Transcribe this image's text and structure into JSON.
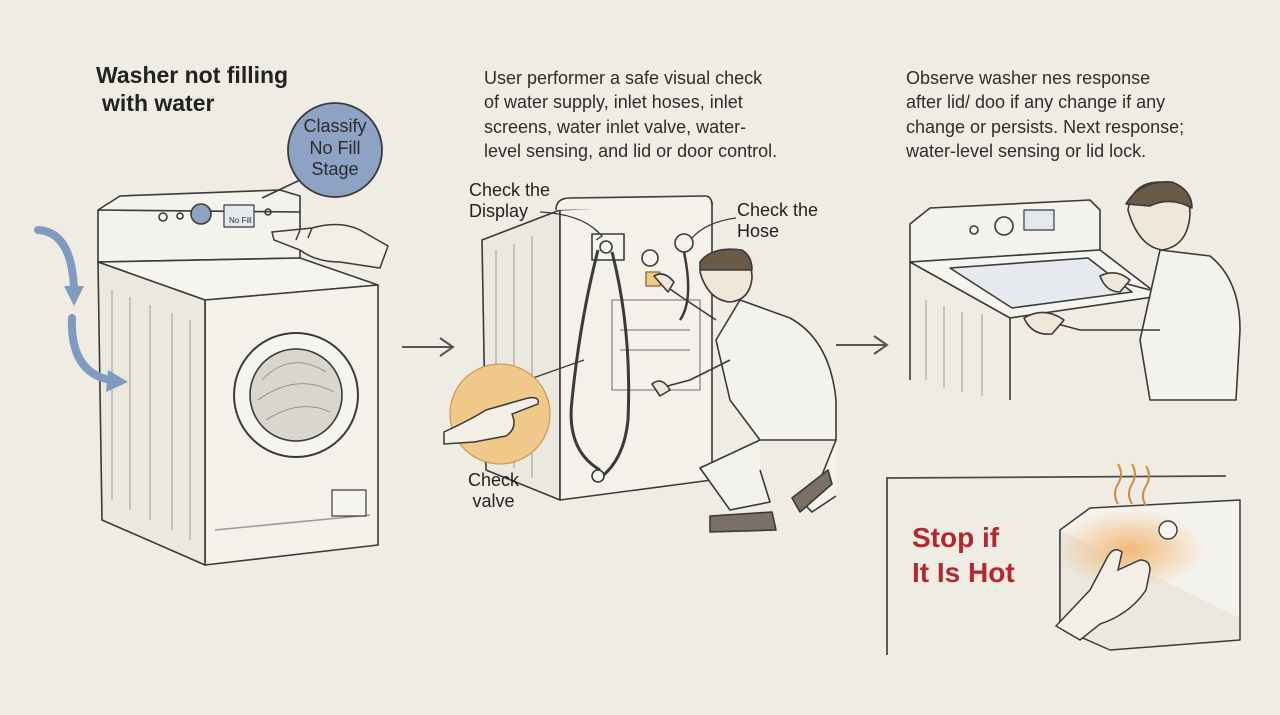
{
  "step1": {
    "title_lines": [
      "Washer not filling",
      "with water"
    ],
    "classify_lines": [
      "Classify",
      "No Fill",
      "Stage"
    ],
    "display_text": "No Fill"
  },
  "step2": {
    "description_lines": [
      "User performer a safe visual check",
      "of water supply, inlet hoses, inlet",
      "screens, water inlet valve, water-",
      "level sensing, and lid or door control."
    ],
    "callouts": {
      "display_lines": [
        "Check the",
        "Display"
      ],
      "hose_lines": [
        "Check the",
        "Hose"
      ],
      "valve_lines": [
        "Check",
        "valve"
      ]
    }
  },
  "step3": {
    "description_lines": [
      "Observe washer nes response",
      "after lid/ doo if any change if any",
      "change or persists. Next response;",
      "water-level sensing or lid lock."
    ]
  },
  "warning": {
    "lines": [
      "Stop if",
      "It Is Hot"
    ]
  },
  "colors": {
    "background": "#efece4",
    "classify_bubble": "#8ea2c3",
    "valve_highlight": "#f0c98a",
    "arrow_blue": "#7f9cc0",
    "warning_red": "#b3282d",
    "hot_orange": "#f2b26b"
  }
}
